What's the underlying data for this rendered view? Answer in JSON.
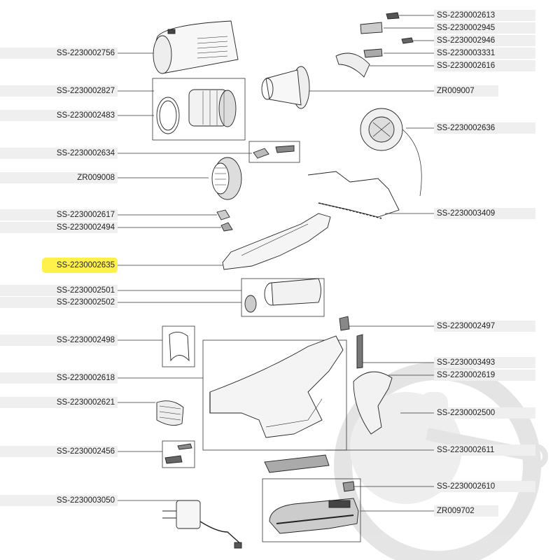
{
  "diagram": {
    "highlight_color": "#fff04a",
    "watermark_icon": "robot-mascot-with-wrench",
    "left_labels": [
      "SS-2230002756",
      "SS-2230002827",
      "SS-2230002483",
      "SS-2230002634",
      "ZR009008",
      "SS-2230002617",
      "SS-2230002494",
      "SS-2230002635",
      "SS-2230002501",
      "SS-2230002502",
      "SS-2230002498",
      "SS-2230002618",
      "SS-2230002621",
      "SS-2230002456",
      "SS-2230003050"
    ],
    "right_labels": [
      "SS-2230002613",
      "SS-2230002945",
      "SS-2230002946",
      "SS-2230003331",
      "SS-2230002616",
      "ZR009007",
      "SS-2230002636",
      "SS-2230003409",
      "SS-2230002497",
      "SS-2230003493",
      "SS-2230002619",
      "SS-2230002500",
      "SS-2230002611",
      "SS-2230002610",
      "ZR009702"
    ],
    "highlighted_part": "SS-2230002635"
  }
}
